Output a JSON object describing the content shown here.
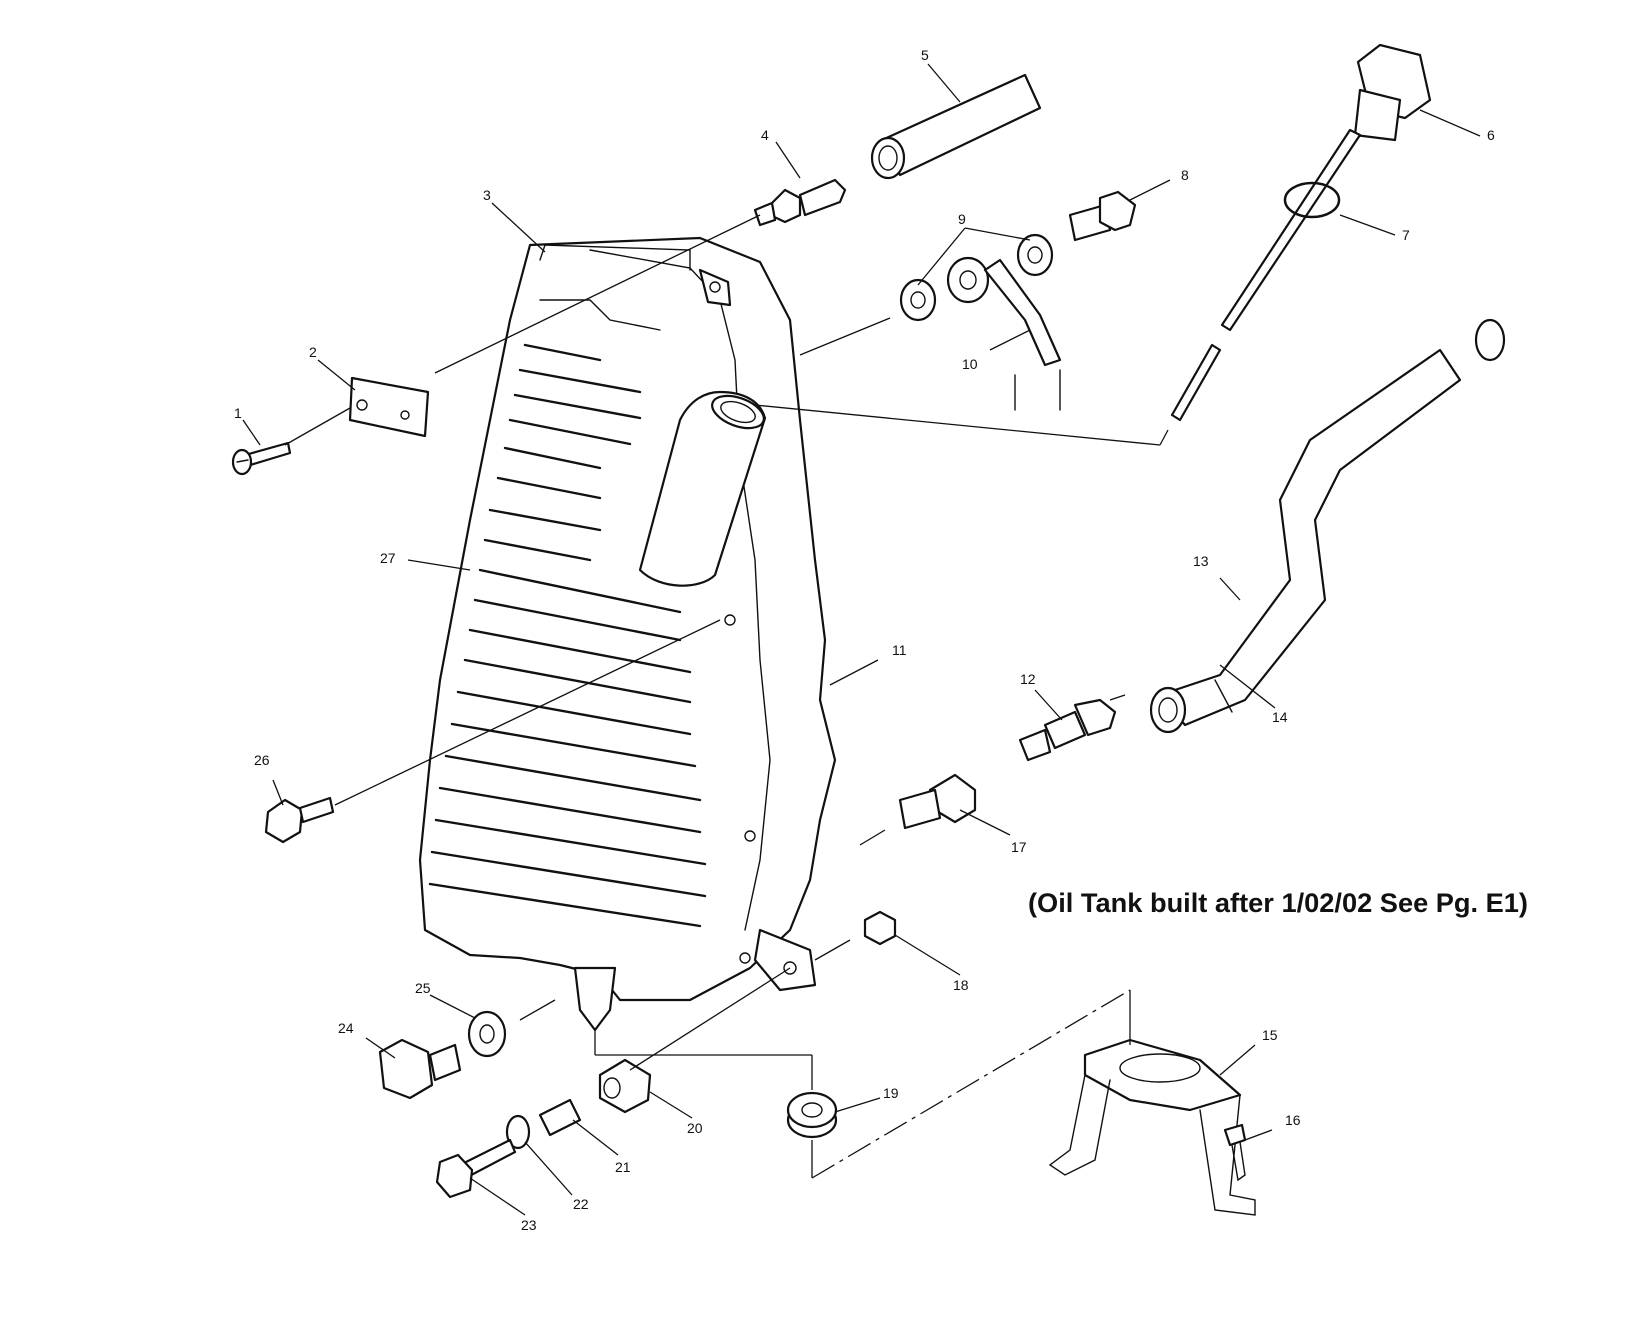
{
  "diagram": {
    "note": "(Oil Tank built after 1/02/02 See Pg. E1)",
    "callouts": [
      "1",
      "2",
      "3",
      "4",
      "5",
      "6",
      "7",
      "8",
      "9",
      "10",
      "11",
      "12",
      "13",
      "14",
      "15",
      "16",
      "17",
      "18",
      "19",
      "20",
      "21",
      "22",
      "23",
      "24",
      "25",
      "26",
      "27"
    ]
  }
}
